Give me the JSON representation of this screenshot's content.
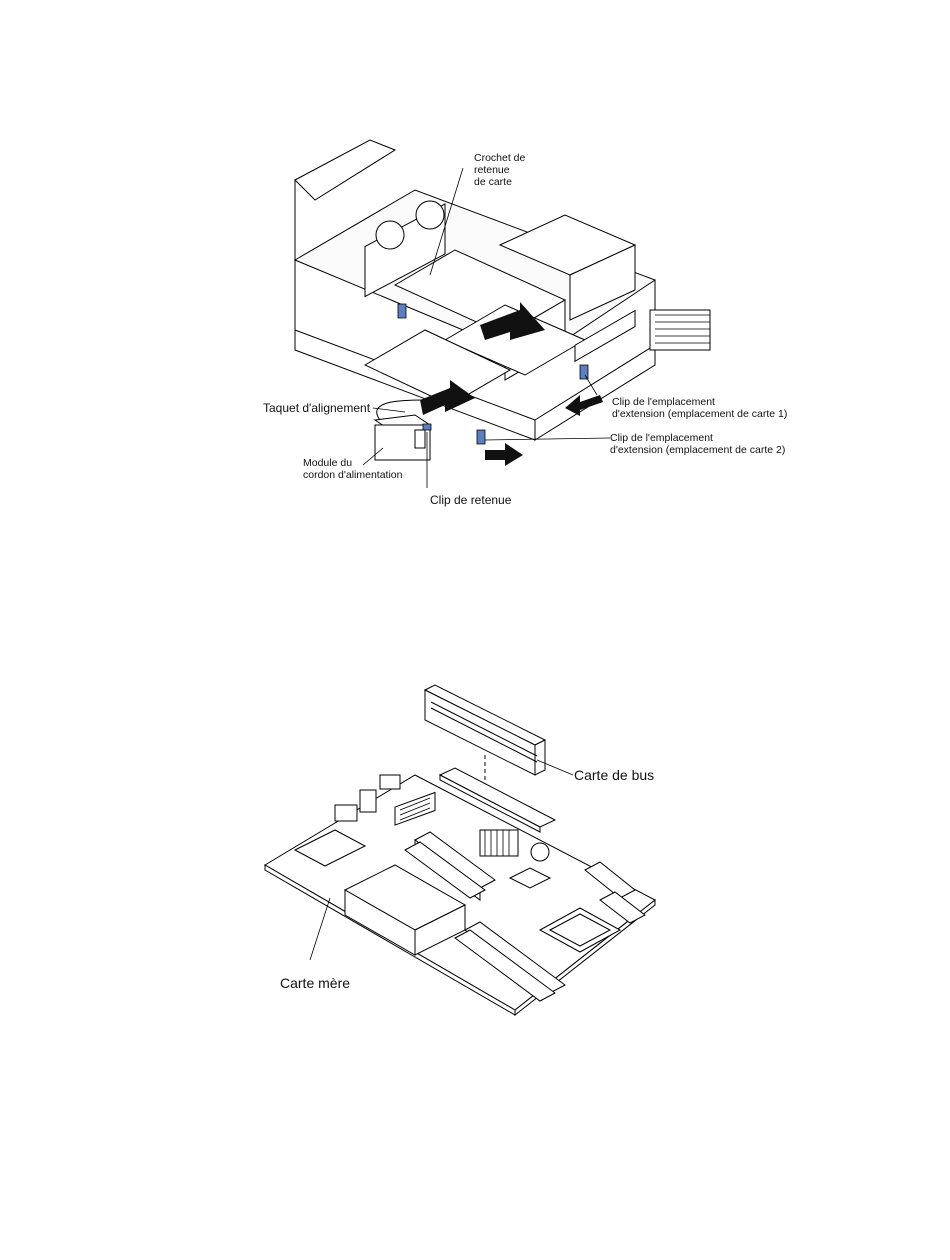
{
  "figure1": {
    "labels": {
      "card_retention_hook": "Crochet de\nretenue\nde carte",
      "alignment_tab": "Taquet d'alignement",
      "power_cord_module": "Module du\ncordon d'alimentation",
      "retention_clip": "Clip de retenue",
      "slot_clip_1": "Clip de l'emplacement\nd'extension (emplacement de carte 1)",
      "slot_clip_2": "Clip de l'emplacement\nd'extension (emplacement de carte 2)"
    },
    "colors": {
      "clip_highlight": "#5b7fbf",
      "line": "#000000",
      "fill": "#ffffff"
    },
    "icons": [
      "arrow-icon"
    ]
  },
  "figure2": {
    "labels": {
      "riser_card": "Carte de bus",
      "system_board": "Carte mère"
    },
    "colors": {
      "line": "#000000",
      "fill": "#ffffff"
    }
  }
}
